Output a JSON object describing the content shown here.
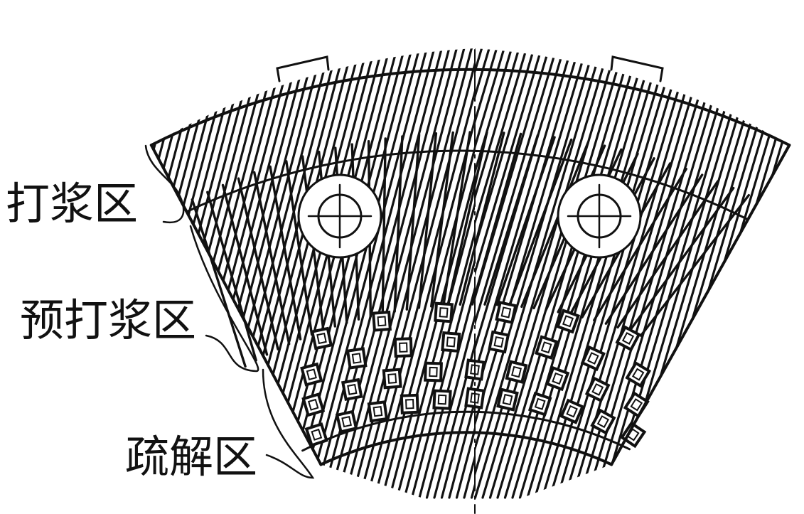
{
  "diagram": {
    "zones": [
      {
        "id": "beating",
        "label": "打浆区"
      },
      {
        "id": "pre_beating",
        "label": "预打浆区"
      },
      {
        "id": "defibering",
        "label": "疏解区"
      }
    ],
    "colors": {
      "stroke": "#111111",
      "background": "#ffffff"
    }
  }
}
